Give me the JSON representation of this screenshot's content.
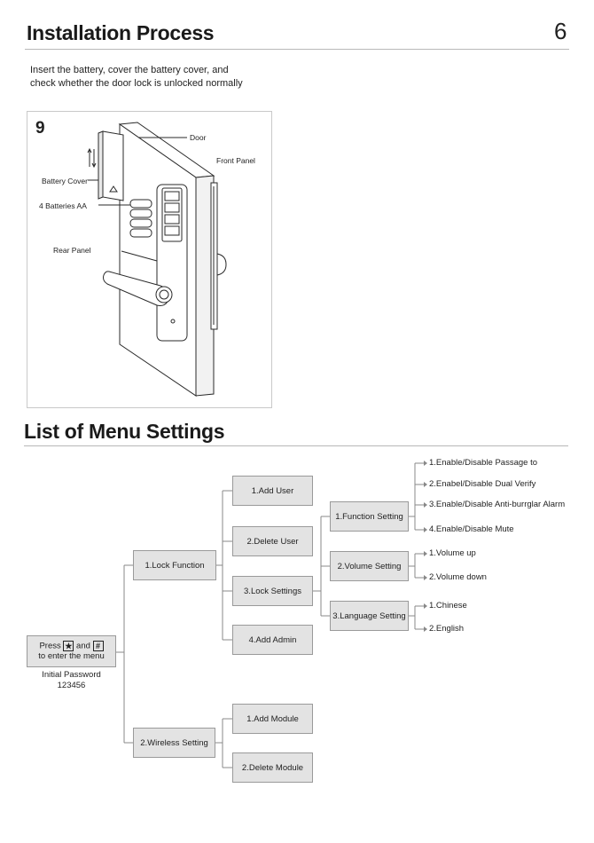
{
  "header": {
    "title": "Installation Process",
    "page_number": "6"
  },
  "intro": {
    "line1": "Insert the battery, cover the battery cover, and",
    "line2": "check whether the door lock is unlocked normally"
  },
  "figure": {
    "step": "9",
    "labels": {
      "door": "Door",
      "front_panel": "Front Panel",
      "battery_cover": "Battery Cover",
      "batteries": "4 Batteries AA",
      "rear_panel": "Rear Panel"
    }
  },
  "menu_section": {
    "title": "List of Menu Settings"
  },
  "menu": {
    "root": {
      "press": "Press",
      "and": "and",
      "line2": "to enter the menu",
      "key1": "★",
      "key2": "#"
    },
    "initial_password_label": "Initial Password",
    "initial_password_value": "123456",
    "lock_function": "1.Lock Function",
    "wireless_setting": "2.Wireless Setting",
    "add_user": "1.Add User",
    "delete_user": "2.Delete User",
    "lock_settings": "3.Lock Settings",
    "add_admin": "4.Add Admin",
    "add_module": "1.Add Module",
    "delete_module": "2.Delete Module",
    "function_setting": "1.Function Setting",
    "volume_setting": "2.Volume Setting",
    "language_setting": "3.Language Setting",
    "function_items": [
      "1.Enable/Disable Passage to",
      "2.Enabel/Disable Dual Verify",
      "3.Enable/Disable Anti-burrglar Alarm",
      "4.Enable/Disable Mute"
    ],
    "volume_items": [
      "1.Volume up",
      "2.Volume down"
    ],
    "language_items": [
      "1.Chinese",
      "2.English"
    ]
  }
}
